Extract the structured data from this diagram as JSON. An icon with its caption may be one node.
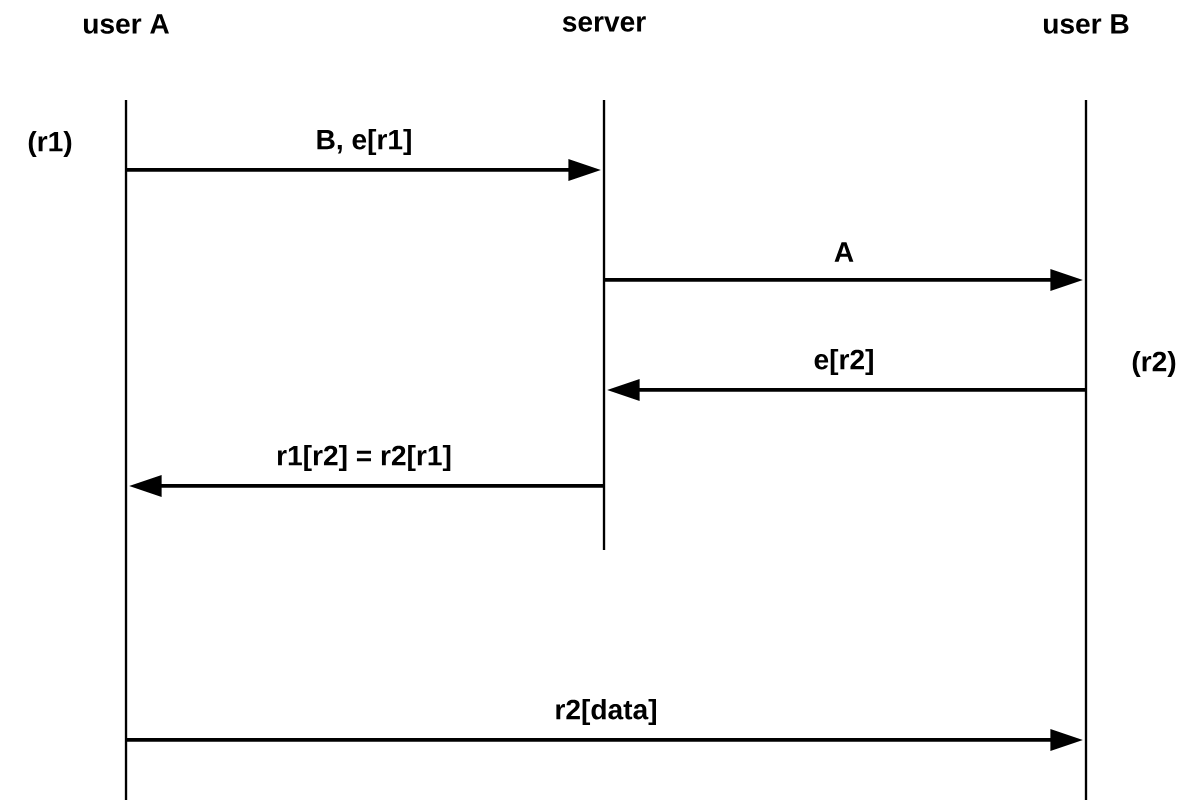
{
  "diagram": {
    "nodes": [
      {
        "text": [
          "user A"
        ],
        "beside": [
          "(r1)"
        ]
      },
      {
        "text": [
          "server"
        ]
      },
      {
        "text": [
          "user B"
        ],
        "beside": [
          "(r2)"
        ]
      }
    ],
    "edges": [
      {
        "from": 0,
        "to": 1,
        "arrow": "to",
        "label": "B, e[r1]"
      },
      {
        "from": 1,
        "to": 2,
        "arrow": "to",
        "label": "A"
      },
      {
        "from": 2,
        "to": 1,
        "arrow": "to",
        "label": "e[r2]"
      },
      {
        "from": 1,
        "to": 0,
        "arrow": "to",
        "label": "r1[r2] = r2[r1]"
      },
      {
        "from": 0,
        "to": 2,
        "arrow": "to",
        "label": "r2[data]"
      }
    ]
  }
}
